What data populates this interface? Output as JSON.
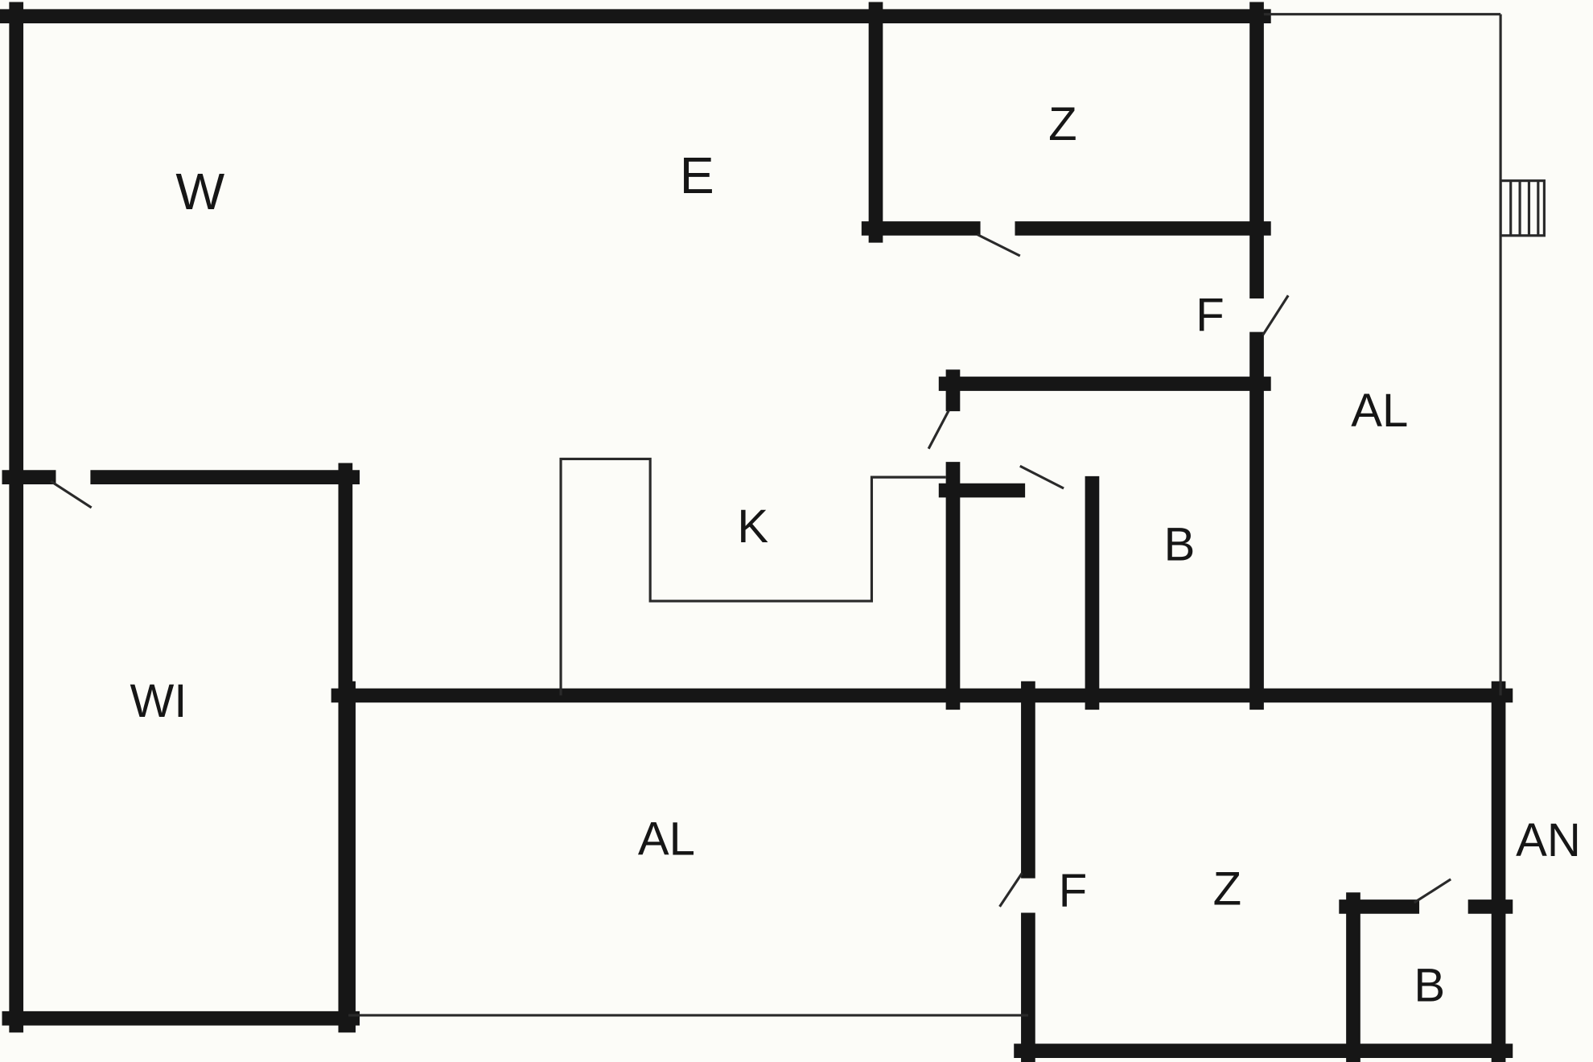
{
  "floorplan": {
    "wall_color": "#161616",
    "line_color": "#2a2a2a",
    "background_color": "#fcfcf8",
    "labels": {
      "w": "W",
      "e": "E",
      "z_top": "Z",
      "f_top": "F",
      "al_right": "AL",
      "k": "K",
      "b_mid": "B",
      "wi": "WI",
      "al_bottom": "AL",
      "f_bottom": "F",
      "z_bottom": "Z",
      "an": "AN",
      "b_bottom": "B"
    }
  }
}
